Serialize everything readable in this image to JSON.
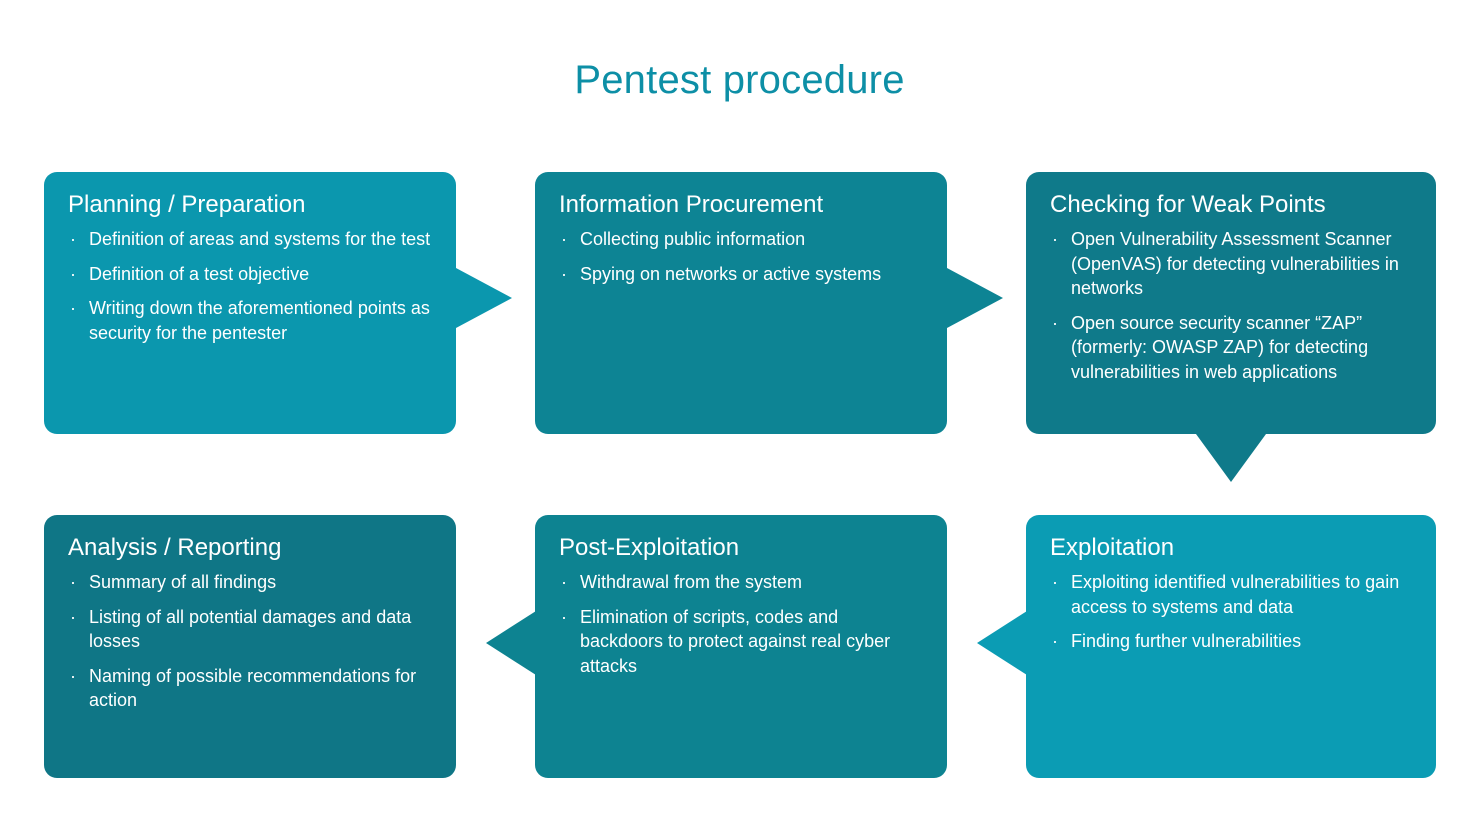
{
  "title": "Pentest procedure",
  "theme": {
    "background": "#ffffff",
    "title_color": "#0d8fa6",
    "text_color": "#ffffff",
    "bullet_glyph": "·"
  },
  "nodes": [
    {
      "id": "planning-preparation",
      "heading": "Planning / Preparation",
      "color": "#0b97ae",
      "bullets": [
        "Definition of areas and systems for the test",
        "Definition of a test objective",
        "Writing down the aforementioned points as security for the pentester"
      ]
    },
    {
      "id": "information-procurement",
      "heading": "Information Procurement",
      "color": "#0d8494",
      "bullets": [
        "Collecting public information",
        "Spying on networks or active systems"
      ]
    },
    {
      "id": "checking-for-weak-points",
      "heading": "Checking for Weak Points",
      "color": "#0f7a8a",
      "bullets": [
        "Open Vulnerability Assessment Scanner (OpenVAS) for detecting vulnerabilities in networks",
        "Open source security scanner “ZAP” (formerly: OWASP ZAP) for detecting vulnerabilities in web applications"
      ]
    },
    {
      "id": "analysis-reporting",
      "heading": "Analysis / Reporting",
      "color": "#0f7686",
      "bullets": [
        "Summary of all findings",
        "Listing of all potential damages and data losses",
        "Naming of possible recommendations for action"
      ]
    },
    {
      "id": "post-exploitation",
      "heading": "Post-Exploitation",
      "color": "#0d8391",
      "bullets": [
        "Withdrawal from the system",
        "Elimination of scripts, codes and backdoors to protect against real cyber attacks"
      ]
    },
    {
      "id": "exploitation",
      "heading": "Exploitation",
      "color": "#0b9cb4",
      "bullets": [
        "Exploiting identified vulnerabilities to gain access to systems and data",
        "Finding further vulnerabilities"
      ]
    }
  ],
  "connectors": [
    {
      "id": "planning-to-information",
      "direction": "right"
    },
    {
      "id": "information-to-checking",
      "direction": "right"
    },
    {
      "id": "checking-to-exploitation",
      "direction": "down"
    },
    {
      "id": "exploitation-to-post",
      "direction": "left"
    },
    {
      "id": "post-to-analysis",
      "direction": "left"
    }
  ]
}
